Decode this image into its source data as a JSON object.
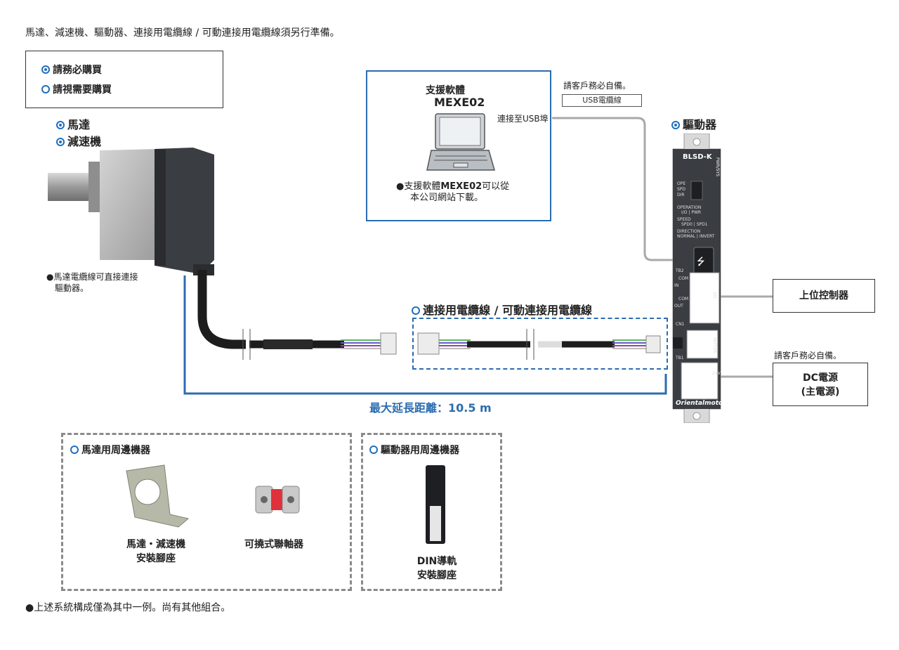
{
  "header_note": "馬達、減速機、驅動器、連接用電纜線 / 可動連接用電纜線須另行準備。",
  "legend": {
    "required": "請務必購買",
    "optional": "請視需要購買"
  },
  "motor": {
    "label1": "馬達",
    "label2": "減速機",
    "note_line1": "●馬達電纜線可直接連接",
    "note_line2": "驅動器。"
  },
  "software": {
    "title": "支援軟體",
    "name": "MEXE02",
    "note_prefix": "支援軟體",
    "note_bold": "MEXE02",
    "note_suffix": "可以從",
    "note_line2": "本公司網站下載。",
    "usb_port": "連接至USB埠"
  },
  "usb_cable": {
    "note": "請客戶務必自備。",
    "label": "USB電纜線"
  },
  "driver": {
    "label": "驅動器",
    "model": "BLSD-K",
    "pwr_sys": "PWR/SYS",
    "ope": "OPE",
    "spd": "SPD",
    "dir": "DIR",
    "operation": "OPERATION",
    "operation_sub": "I/O | PWR",
    "speed": "SPEED",
    "speed_sub": "SPD0 | SPD1",
    "direction": "DIRECTION",
    "direction_sub": "NORMAL | INVERT",
    "tb2": "TB2",
    "com": "COM",
    "in": "IN",
    "out": "OUT",
    "io": "I/O",
    "cn1": "CN1",
    "motor_lbl": "MOTOR",
    "tb1": "TB1",
    "v24": "24V",
    "brand": "Orientalmotor"
  },
  "cable": {
    "label": "連接用電纜線 / 可動連接用電纜線",
    "max_length": "最大延長距離：10.5 m"
  },
  "controller": {
    "label": "上位控制器"
  },
  "power": {
    "note": "請客戶務必自備。",
    "line1": "DC電源",
    "line2": "(主電源)"
  },
  "motor_accessories": {
    "title": "馬達用周邊機器",
    "item1_line1": "馬達・減速機",
    "item1_line2": "安裝腳座",
    "item2": "可撓式聯軸器"
  },
  "driver_accessories": {
    "title": "驅動器用周邊機器",
    "item_line1": "DIN導軌",
    "item_line2": "安裝腳座"
  },
  "footer_note": "●上述系統構成僅為其中一例。尚有其他組合。",
  "colors": {
    "accent": "#1f6fbf",
    "frame": "#2b6cb0",
    "dashed_gray": "#8a8a8a",
    "driver_body": "#3a3d42"
  }
}
